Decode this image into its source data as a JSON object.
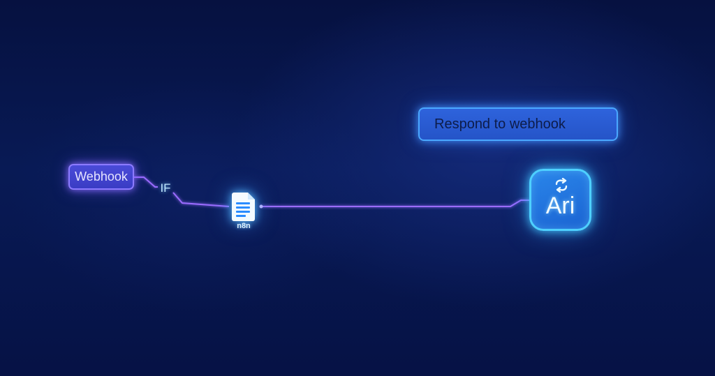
{
  "nodes": {
    "webhook": {
      "label": "Webhook"
    },
    "if": {
      "label": "IF"
    },
    "document": {
      "label": "n8n",
      "icon": "document-icon"
    },
    "respond": {
      "label": "Respond to webhook"
    },
    "ari": {
      "label": "Ari",
      "icon": "sync-arrows-icon"
    }
  },
  "connections": [
    {
      "from": "webhook",
      "to": "if"
    },
    {
      "from": "if",
      "to": "document"
    },
    {
      "from": "ari",
      "to": "document"
    }
  ],
  "colors": {
    "background": "#06113f",
    "connector": "#9b6cff",
    "webhook_node": "#3f41cc",
    "respond_node": "#2a5cd4",
    "ari_node": "#2276e0",
    "glow": "#4ed0ff"
  }
}
